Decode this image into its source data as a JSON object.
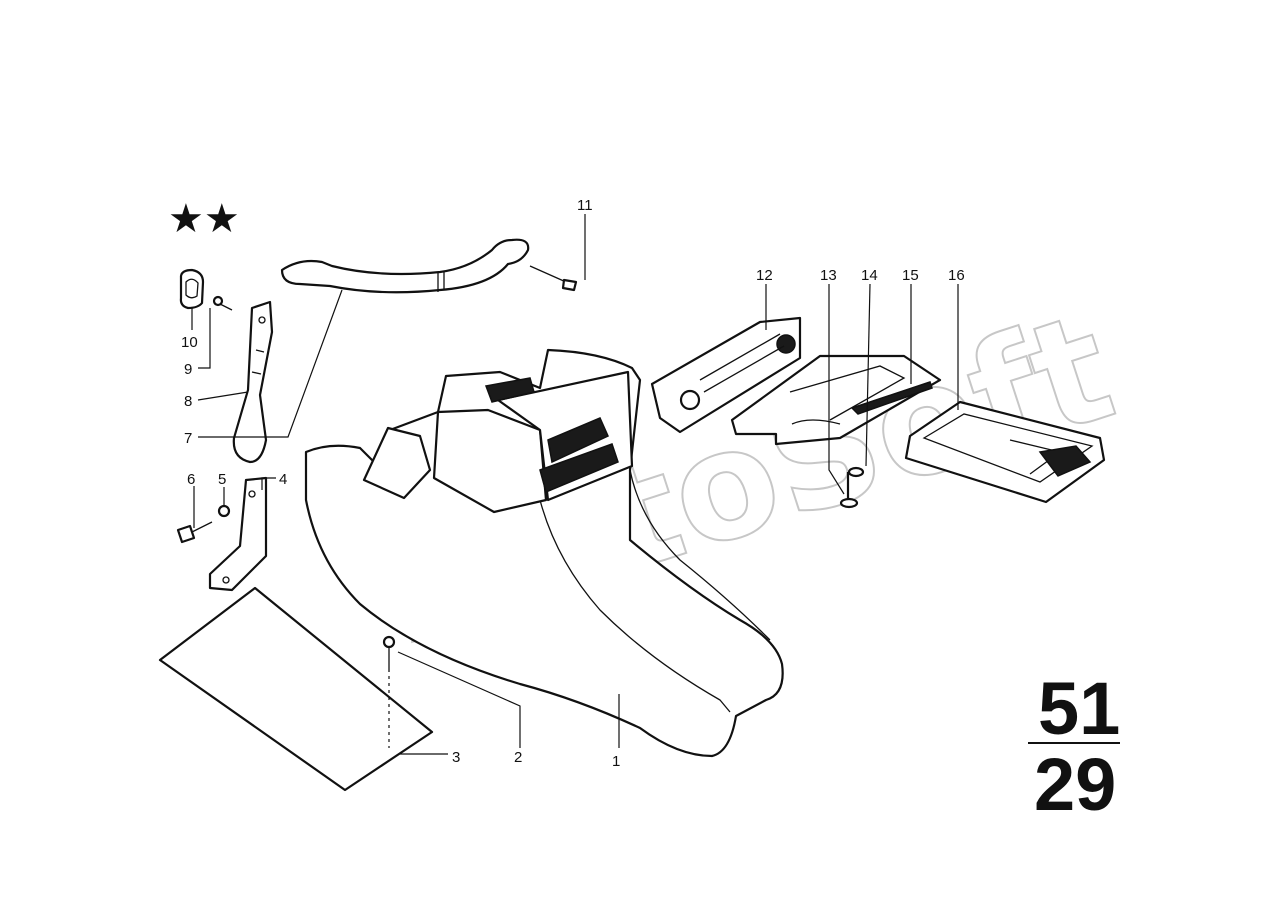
{
  "diagram": {
    "stars": "★★",
    "watermark": "AutoSoft",
    "group_number_top": "51",
    "group_number_bottom": "29",
    "callouts": [
      "1",
      "2",
      "3",
      "4",
      "5",
      "6",
      "7",
      "8",
      "9",
      "10",
      "11",
      "12",
      "13",
      "14",
      "15",
      "16"
    ]
  }
}
